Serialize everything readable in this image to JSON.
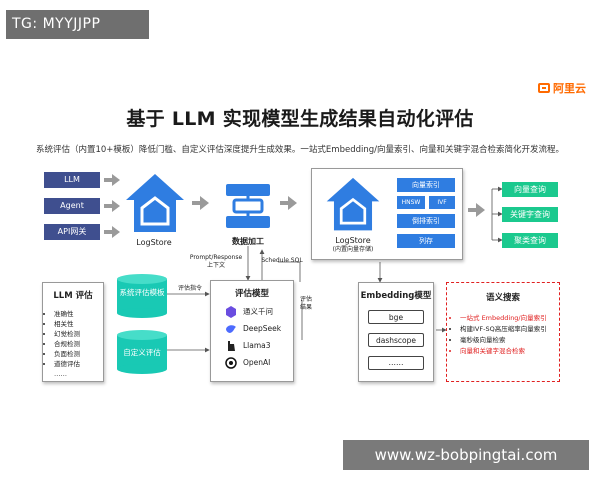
{
  "watermark_top": "TG: MYYJJPP",
  "watermark_bottom": "www.wz-bobpingtai.com",
  "logo_text": "阿里云",
  "title": "基于 LLM 实现模型生成结果自动化评估",
  "subtitle": "系统评估（内置10+模板）降低门槛、自定义评估深度提升生成效果。一站式Embedding/向量索引、向量和关键字混合检索简化开发流程。",
  "inputs": [
    "LLM",
    "Agent",
    "API网关"
  ],
  "logstore_label": "LogStore",
  "data_processing_label": "数据加工",
  "logstore2_label": "LogStore",
  "logstore2_sublabel": "(内置向量存储)",
  "index_boxes": {
    "vector_index": "向量索引",
    "hnsw": "HNSW",
    "ivf": "IVF",
    "inverted_index": "倒排索引",
    "column_store": "列存"
  },
  "outputs": [
    "向量查询",
    "关键字查询",
    "聚类查询"
  ],
  "llm_eval": {
    "title": "LLM 评估",
    "items": [
      "准确性",
      "相关性",
      "幻觉检测",
      "合规检测",
      "负面检测",
      "道德评估",
      "……"
    ]
  },
  "templates": {
    "system": "系统评估模板",
    "custom": "自定义评估"
  },
  "edge_labels": {
    "eval_instruction": "评估指令",
    "prompt_response": "Prompt/Response",
    "context": "上下文",
    "schedule_sql": "Schedule SQL",
    "eval_result": "评估结果"
  },
  "eval_models": {
    "title": "评估模型",
    "items": [
      {
        "name": "通义千问",
        "icon": "qwen-icon"
      },
      {
        "name": "DeepSeek",
        "icon": "deepseek-icon"
      },
      {
        "name": "Llama3",
        "icon": "llama-icon"
      },
      {
        "name": "OpenAI",
        "icon": "openai-icon"
      }
    ]
  },
  "embedding": {
    "title": "Embedding模型",
    "items": [
      "bge",
      "dashscope",
      "……"
    ]
  },
  "semantic_search": {
    "title": "语义搜索",
    "items": [
      {
        "text": "一站式 Embedding/向量索引",
        "highlight": true
      },
      {
        "text": "构建IVF-SQ高压缩率向量索引",
        "highlight": false
      },
      {
        "text": "毫秒级向量检索",
        "highlight": false
      },
      {
        "text": "向量和关键字混合检索",
        "highlight": true
      }
    ]
  },
  "colors": {
    "navy": "#3f4f8f",
    "blue": "#2f7de1",
    "green": "#1bc98e",
    "teal": "#19c9b4",
    "red": "#e02020",
    "orange": "#ff6a00"
  }
}
